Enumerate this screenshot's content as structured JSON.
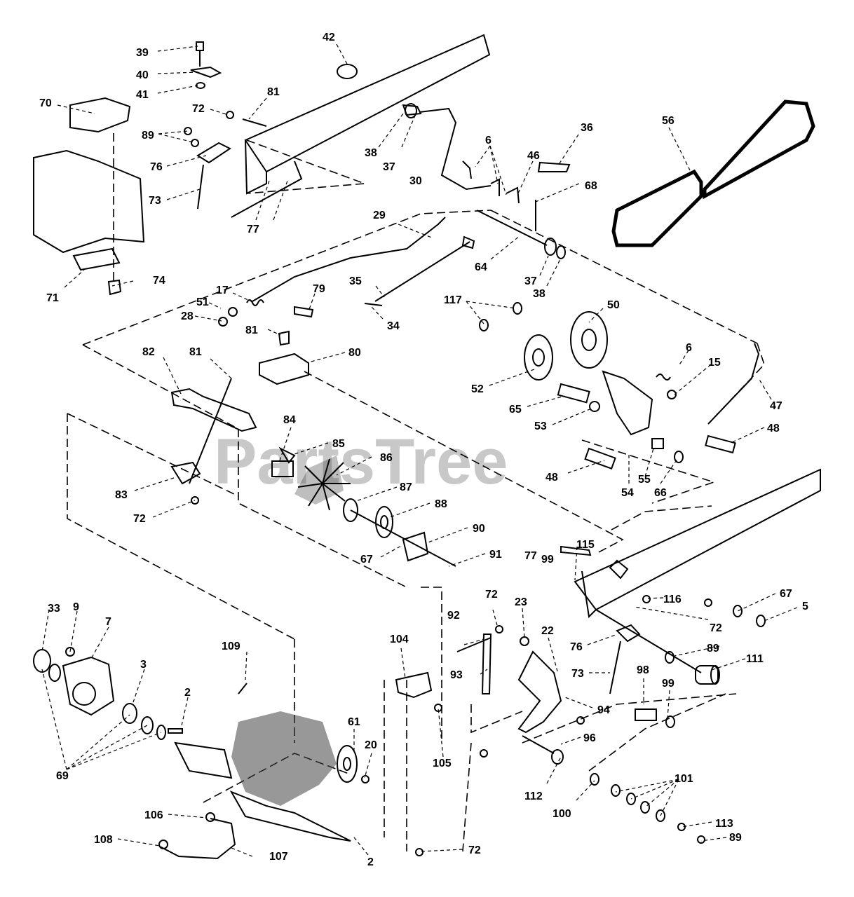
{
  "watermark": "PartsTree",
  "labels": [
    "39",
    "40",
    "41",
    "42",
    "70",
    "81",
    "72",
    "89",
    "76",
    "73",
    "77",
    "38",
    "37",
    "30",
    "6",
    "46",
    "36",
    "68",
    "56",
    "29",
    "64",
    "37b",
    "38b",
    "71",
    "74",
    "17",
    "51",
    "28",
    "79",
    "35",
    "34",
    "117",
    "50",
    "81b",
    "82",
    "81c",
    "80",
    "6b",
    "15",
    "47",
    "52",
    "65",
    "53",
    "48",
    "48b",
    "54",
    "55",
    "66",
    "84",
    "85",
    "86",
    "87",
    "88",
    "83",
    "72b",
    "90",
    "67",
    "91",
    "115",
    "77b",
    "99",
    "116",
    "67b",
    "5",
    "72c",
    "33",
    "9",
    "7",
    "109",
    "3",
    "2",
    "92",
    "72d",
    "104",
    "23",
    "22",
    "76b",
    "89b",
    "111",
    "93",
    "73b",
    "98",
    "99b",
    "94",
    "69",
    "61",
    "20",
    "105",
    "96",
    "112",
    "101",
    "100",
    "113",
    "89c",
    "106",
    "108",
    "107",
    "2b",
    "72e"
  ],
  "label_text": {
    "39": "39",
    "40": "40",
    "41": "41",
    "42": "42",
    "70": "70",
    "81": "81",
    "72": "72",
    "89": "89",
    "76": "76",
    "73": "73",
    "77": "77",
    "38": "38",
    "37": "37",
    "30": "30",
    "6": "6",
    "46": "46",
    "36": "36",
    "68": "68",
    "56": "56",
    "29": "29",
    "64": "64",
    "37b": "37",
    "38b": "38",
    "71": "71",
    "74": "74",
    "17": "17",
    "51": "51",
    "28": "28",
    "79": "79",
    "35": "35",
    "34": "34",
    "117": "117",
    "50": "50",
    "81b": "81",
    "82": "82",
    "81c": "81",
    "80": "80",
    "6b": "6",
    "15": "15",
    "47": "47",
    "52": "52",
    "65": "65",
    "53": "53",
    "48": "48",
    "48b": "48",
    "54": "54",
    "55": "55",
    "66": "66",
    "84": "84",
    "85": "85",
    "86": "86",
    "87": "87",
    "88": "88",
    "83": "83",
    "72b": "72",
    "90": "90",
    "67": "67",
    "91": "91",
    "115": "115",
    "77b": "77",
    "99": "99",
    "116": "116",
    "67b": "67",
    "5": "5",
    "72c": "72",
    "33": "33",
    "9": "9",
    "7": "7",
    "109": "109",
    "3": "3",
    "2": "2",
    "92": "92",
    "72d": "72",
    "104": "104",
    "23": "23",
    "22": "22",
    "76b": "76",
    "89b": "89",
    "111": "111",
    "93": "93",
    "73b": "73",
    "98": "98",
    "99b": "99",
    "94": "94",
    "69": "69",
    "61": "61",
    "20": "20",
    "105": "105",
    "96": "96",
    "112": "112",
    "101": "101",
    "100": "100",
    "113": "113",
    "89c": "89",
    "106": "106",
    "108": "108",
    "107": "107",
    "2b": "2",
    "72e": "72"
  }
}
